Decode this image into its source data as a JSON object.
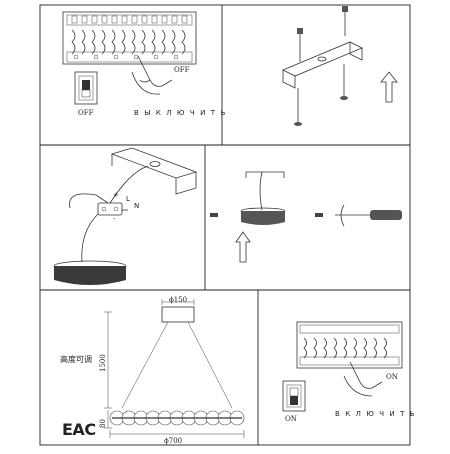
{
  "panel1": {
    "switch_state_label": "OFF",
    "breaker_state_label": "OFF",
    "instruction": "В Ы К Л Ю Ч И Т Ь"
  },
  "panel6": {
    "switch_state_label": "ON",
    "breaker_state_label": "ON",
    "instruction": "В К Л Ю Ч И Т Ь"
  },
  "panel3": {
    "wire_label_l": "L",
    "wire_label_n": "N",
    "plus_sign": "+",
    "minus_sign": "-"
  },
  "panel5": {
    "diameter_top": "ϕ150",
    "diameter_ring": "ϕ700",
    "height_label": "1500",
    "ring_height_label": "80",
    "adjust_label": "高度可调",
    "certification_mark": "EAC"
  }
}
